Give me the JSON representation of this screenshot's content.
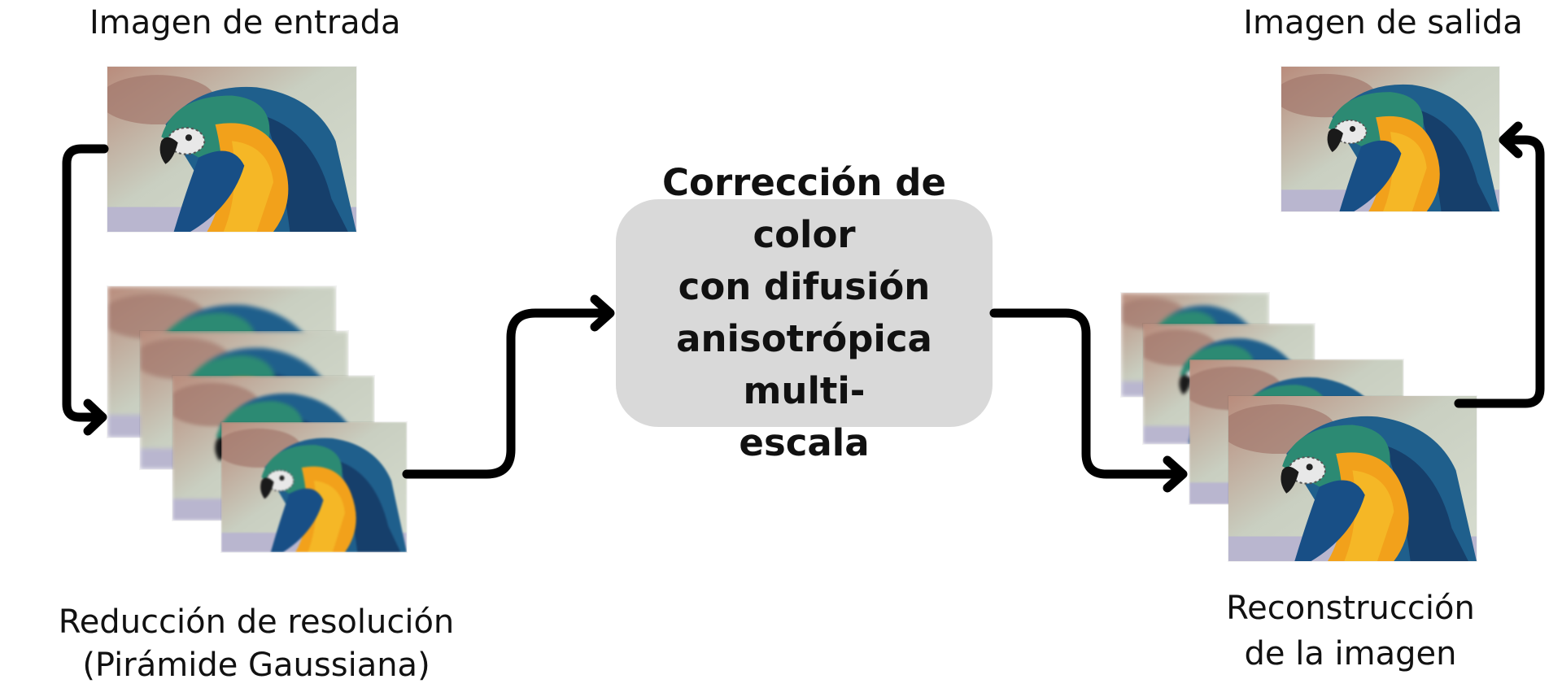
{
  "labels": {
    "input": "Imagen de entrada",
    "output": "Imagen de salida",
    "downsample_line1": "Reducción de resolución",
    "downsample_line2": "(Pirámide Gaussiana)",
    "reconstruct_line1": "Reconstrucción",
    "reconstruct_line2": "de la imagen"
  },
  "process": {
    "text": "Corrección de color\ncon difusión\nanisotrópica multi-\nescala"
  },
  "colors": {
    "arrow": "#000000",
    "box": "#d9d9d9"
  },
  "icons": {
    "image": "parrot-photo",
    "arrow": "arrow-connector"
  }
}
